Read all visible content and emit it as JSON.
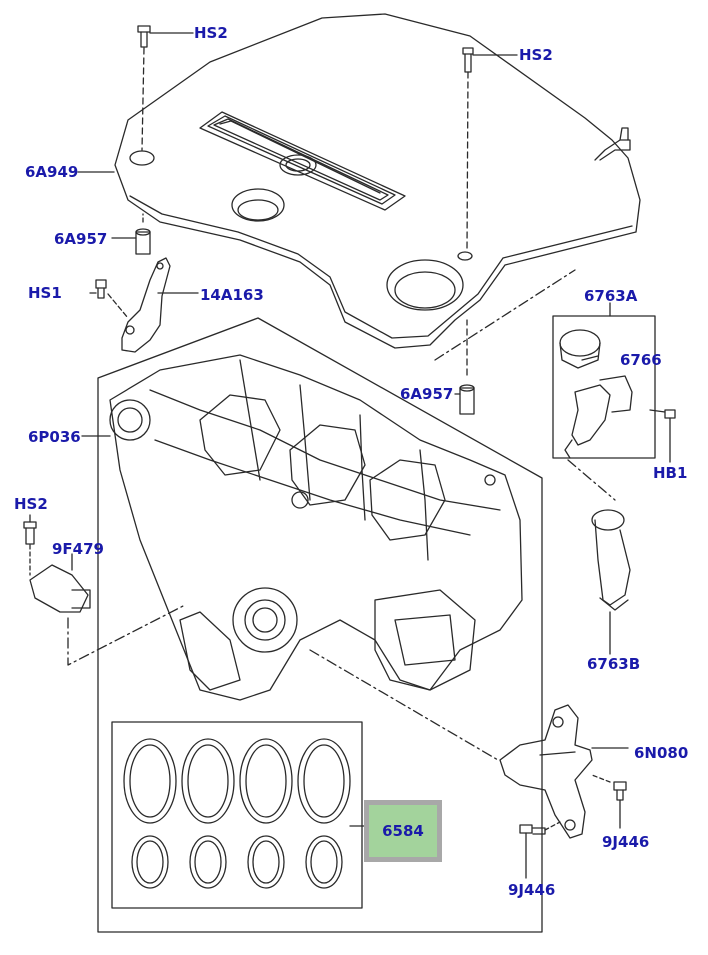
{
  "colors": {
    "label": "#1a1aaa",
    "line": "#2a2a2a",
    "highlight_fill": "#a3d39c",
    "highlight_border": "#a8a8a8",
    "highlight_text": "#1a1aaa"
  },
  "labels": {
    "hs2_top_left": "HS2",
    "hs2_top_right": "HS2",
    "cover": "6A949",
    "stud_left": "6A957",
    "hs1": "HS1",
    "bracket": "14A163",
    "cap_group": "6763A",
    "cap": "6766",
    "stud_right": "6A957",
    "manifold": "6P036",
    "hb1": "HB1",
    "hs2_sensor": "HS2",
    "sensor": "9F479",
    "hose": "6763B",
    "mount_bracket": "6N080",
    "gasket": "6584",
    "bolt_right": "9J446",
    "bolt_bottom": "9J446"
  }
}
